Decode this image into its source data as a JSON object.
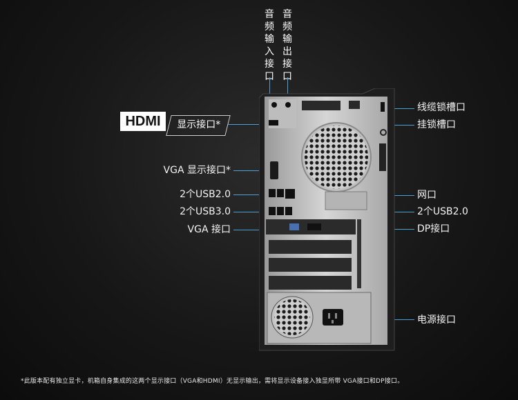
{
  "top_labels": {
    "audio_in": "音频输入接口",
    "audio_out": "音频输出接口"
  },
  "left_labels": {
    "hdmi_badge": "HDMI",
    "hdmi_display": "显示接口*",
    "vga_display": "VGA 显示接口*",
    "usb20": "2个USB2.0",
    "usb30": "2个USB3.0",
    "vga_port": "VGA 接口"
  },
  "right_labels": {
    "cable_lock": "线缆锁槽口",
    "padlock": "挂锁槽口",
    "network": "网口",
    "usb20": "2个USB2.0",
    "dp": "DP接口",
    "power": "电源接口"
  },
  "footnote": "*此版本配有独立显卡，机箱自身集成的这两个显示接口（VGA和HDMI）无显示输出，需将显示设备接入独显所带 VGA接口和DP接口。",
  "colors": {
    "leader": "#4aa3d8",
    "chassis": "#c9c9c9"
  }
}
